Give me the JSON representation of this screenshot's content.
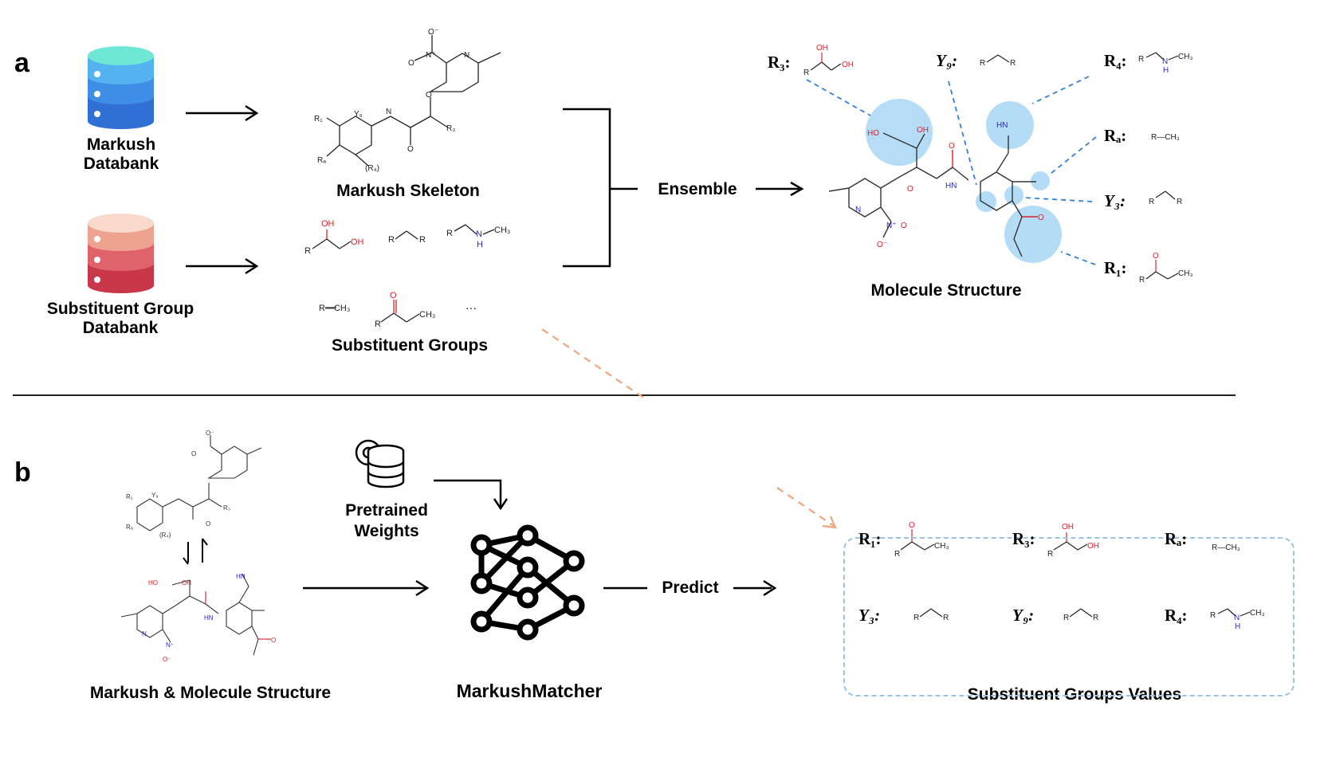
{
  "panels": {
    "a": "a",
    "b": "b"
  },
  "databanks": {
    "markush": {
      "line1": "Markush",
      "line2": "Databank",
      "colors": [
        "#6ee7d5",
        "#4fa3f0",
        "#2f6fd6"
      ]
    },
    "substituent": {
      "line1": "Substituent Group",
      "line2": "Databank",
      "colors": [
        "#f6d3c6",
        "#e6747a",
        "#c8374a"
      ]
    }
  },
  "labels": {
    "markush_skeleton": "Markush Skeleton",
    "substituent_groups": "Substituent Groups",
    "ensemble": "Ensemble",
    "molecule_structure": "Molecule Structure",
    "pretrained_line1": "Pretrained",
    "pretrained_line2": "Weights",
    "predict": "Predict",
    "markush_molecule": "Markush & Molecule Structure",
    "matcher": "MarkushMatcher",
    "values": "Substituent Groups Values",
    "ellipsis": "···"
  },
  "mapping_labels": {
    "R3": "R₃:",
    "Y9": "Y₉:",
    "R4": "R₄:",
    "Ra": "Rₐ:",
    "Y3": "Y₃:",
    "R1": "R₁:"
  },
  "fragments": {
    "oh": "OH",
    "r": "R",
    "ch3": "CH₃",
    "nh": "N",
    "h": "H",
    "o": "O",
    "hn": "HN",
    "n": "N",
    "no2_plus": "N⁺",
    "o_minus": "O⁻",
    "r_ch3": "R—CH₃"
  },
  "colors": {
    "highlight": "#a9d6f5",
    "dash_blue": "#2f7fe0",
    "dash_orange": "#f0a57c",
    "red": "#e0202a",
    "blue": "#2a2ad0"
  }
}
